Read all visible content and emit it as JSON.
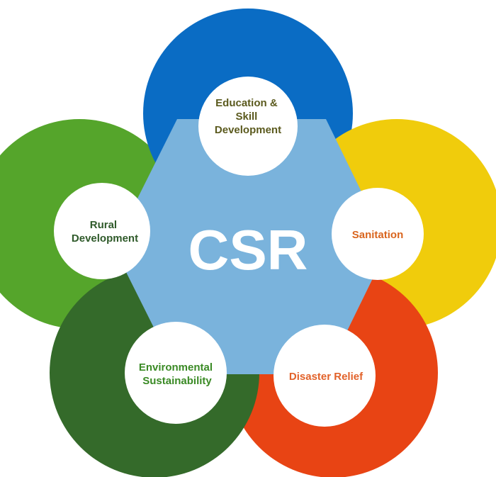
{
  "center": {
    "label": "CSR",
    "color": "#7ab3dc",
    "text_color": "#ffffff"
  },
  "petals": [
    {
      "id": "education",
      "lines": [
        "Education &",
        "Skill",
        "Development"
      ],
      "ring_color": "#0a6cc4",
      "text_color": "#5b5a1e"
    },
    {
      "id": "sanitation",
      "lines": [
        "Sanitation"
      ],
      "ring_color": "#f0cc0c",
      "text_color": "#d9651e"
    },
    {
      "id": "disaster-relief",
      "lines": [
        "Disaster Relief"
      ],
      "ring_color": "#e84414",
      "text_color": "#e2622a"
    },
    {
      "id": "environmental",
      "lines": [
        "Environmental",
        "Sustainability"
      ],
      "ring_color": "#346a2a",
      "text_color": "#3a8a25"
    },
    {
      "id": "rural",
      "lines": [
        "Rural",
        "Development"
      ],
      "ring_color": "#55a52b",
      "text_color": "#2f5a2a"
    }
  ]
}
